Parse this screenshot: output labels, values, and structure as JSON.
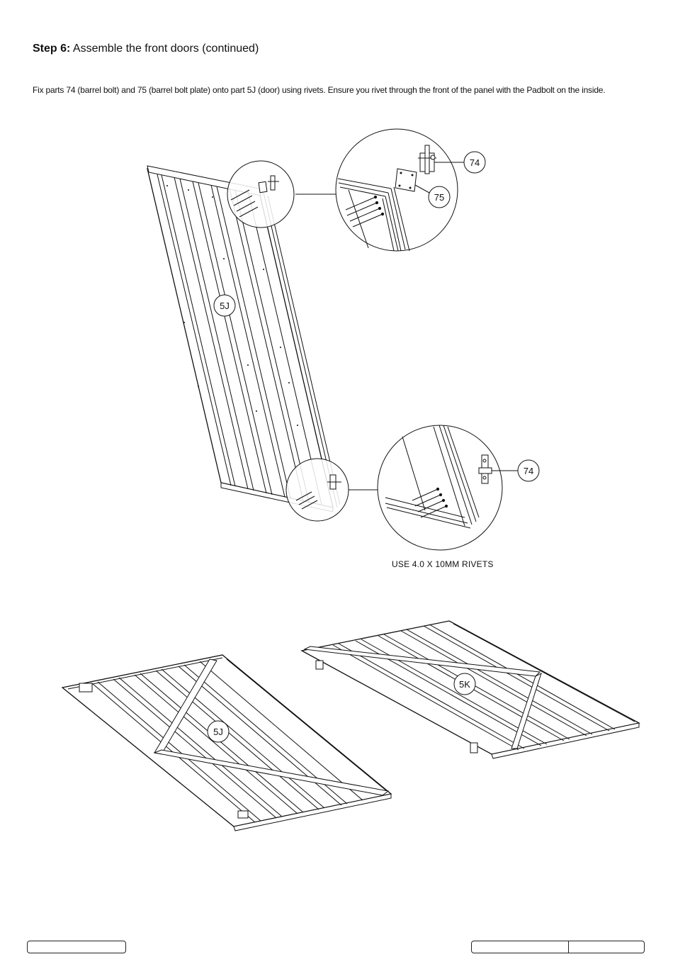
{
  "step": {
    "label": "Step 6:",
    "title": "Assemble the front doors (continued)"
  },
  "instructions": "Fix parts 74 (barrel bolt) and 75 (barrel bolt plate) onto part 5J (door) using rivets. Ensure you rivet through the front of the panel with the Padbolt on the inside.",
  "callouts": {
    "door_part": "5J",
    "top_bolt": "74",
    "top_plate": "75",
    "bottom_bolt": "74",
    "left_door": "5J",
    "right_door": "5K"
  },
  "rivet_note": "USE 4.0 X 10MM RIVETS",
  "footer": {
    "left_box": "",
    "right_box_a": "",
    "right_box_b": ""
  }
}
